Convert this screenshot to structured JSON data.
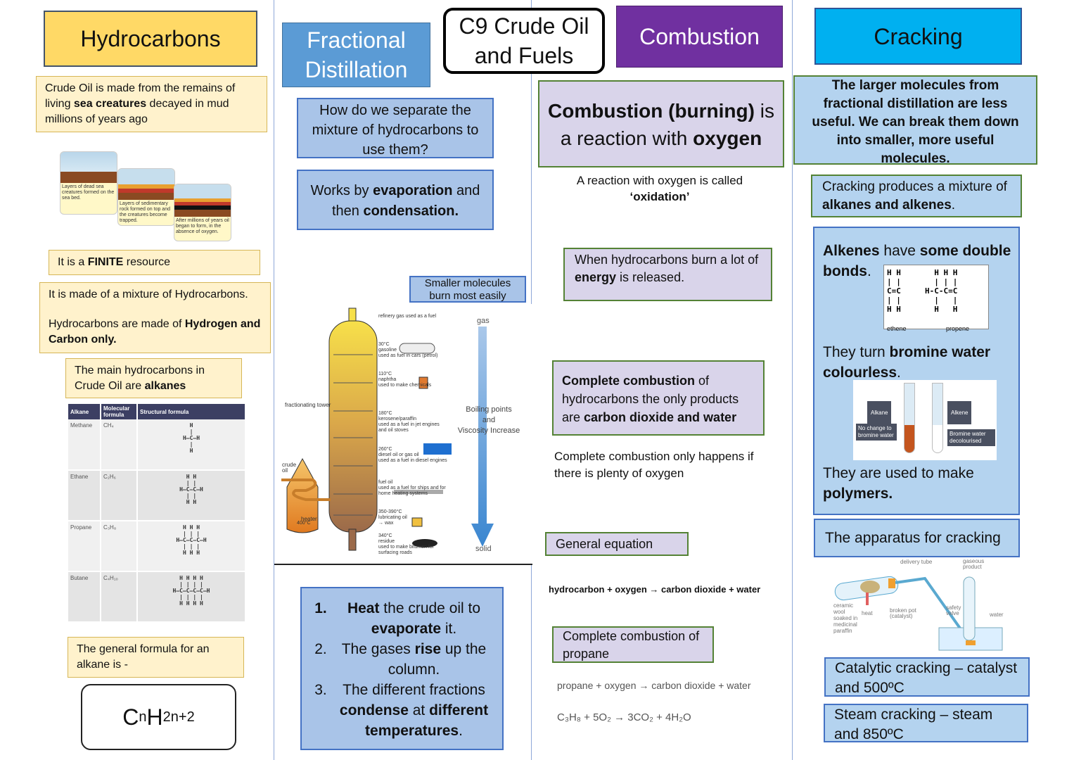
{
  "center_title": "C9 Crude Oil and Fuels",
  "hydrocarbons": {
    "title": "Hydrocarbons",
    "crude": [
      "Crude Oil is made from the remains of living ",
      "sea creatures",
      " decayed in mud millions of years ago"
    ],
    "stages": [
      "Layers of dead sea creatures formed on the sea bed.",
      "Layers of sedimentary rock formed on top and the creatures become trapped.",
      "After millions of years oil began to form, in the absence of oxygen."
    ],
    "finite": [
      "It is a ",
      "FINITE",
      " resource"
    ],
    "mixture": [
      "It is made of a mixture of Hydrocarbons.",
      "Hydrocarbons are made of ",
      "Hydrogen and Carbon only."
    ],
    "main": [
      "The main hydrocarbons in Crude Oil are ",
      "alkanes"
    ],
    "table": {
      "headers": [
        "Alkane",
        "Molecular formula",
        "Structural formula"
      ],
      "rows": [
        {
          "name": "Methane",
          "formula": "CH₄",
          "structure": "  H  \n  |  \nH—C—H\n  |  \n  H  "
        },
        {
          "name": "Ethane",
          "formula": "C₂H₆",
          "structure": "  H H  \n  | |  \nH—C—C—H\n  | |  \n  H H  "
        },
        {
          "name": "Propane",
          "formula": "C₃H₈",
          "structure": "  H H H  \n  | | |  \nH—C—C—C—H\n  | | |  \n  H H H  "
        },
        {
          "name": "Butane",
          "formula": "C₄H₁₀",
          "structure": "  H H H H  \n  | | | |  \nH—C—C—C—C—H\n  | | | |  \n  H H H H  "
        }
      ]
    },
    "general": "The general formula for an alkane is -",
    "formula": {
      "c": "C",
      "n": "n",
      "h": "H",
      "sub": "2n+2"
    }
  },
  "distillation": {
    "title": "Fractional Distillation",
    "question": "How do we separate the mixture of hydrocarbons to use them?",
    "works": [
      "Works by ",
      "evaporation",
      " and then ",
      "condensation."
    ],
    "smaller": "Smaller molecules burn most easily",
    "diagram": {
      "tower_label": "fractionating tower",
      "crude_label": "crude oil",
      "heater_label": "heater",
      "heater_temp": "400°C",
      "gas": "gas",
      "solid": "solid",
      "trend": [
        "Boiling points",
        "and",
        "Viscosity Increase"
      ],
      "fractions": [
        {
          "temp": "",
          "name": "refinery gas used as a fuel",
          "use": ""
        },
        {
          "temp": "30°C",
          "name": "gasoline",
          "use": "used as fuel in cars (petrol)"
        },
        {
          "temp": "110°C",
          "name": "naphtha",
          "use": "used to make chemicals"
        },
        {
          "temp": "180°C",
          "name": "kerosene/paraffin",
          "use": "used as a fuel in jet engines and oil stoves"
        },
        {
          "temp": "260°C",
          "name": "diesel oil or gas oil",
          "use": "used as a fuel in diesel engines"
        },
        {
          "temp": "",
          "name": "fuel oil",
          "use": "used as a fuel for ships and for home heating systems"
        },
        {
          "temp": "350-390°C",
          "name": "lubricating oil",
          "use": "→ wax"
        },
        {
          "temp": "340°C",
          "name": "residue",
          "use": "used to make bitumen for surfacing roads"
        }
      ]
    },
    "steps": [
      {
        "n": "1.",
        "parts": [
          "Heat",
          " the crude oil to ",
          "evaporate",
          " it."
        ]
      },
      {
        "n": "2.",
        "parts": [
          "",
          "The gases ",
          "rise",
          " up the column."
        ]
      },
      {
        "n": "3.",
        "parts": [
          "",
          "The different fractions ",
          "condense",
          " at ",
          "different temperatures",
          "."
        ]
      }
    ]
  },
  "combustion": {
    "title": "Combustion",
    "def": [
      "Combustion (burning)",
      " is a reaction with ",
      "oxygen"
    ],
    "oxidation": [
      "A reaction with oxygen is called",
      "‘oxidation’"
    ],
    "energy": [
      "When hydrocarbons burn a lot of ",
      "energy",
      " is released."
    ],
    "complete": [
      "Complete combustion",
      " of hydrocarbons the only products are ",
      "carbon dioxide and water"
    ],
    "plenty": "Complete combustion only happens if there is plenty of oxygen",
    "general_label": "General equation",
    "general_eq": "hydrocarbon + oxygen → carbon dioxide + water",
    "propane_label": "Complete combustion of propane",
    "propane_word": "propane + oxygen → carbon dioxide + water",
    "propane_symbol": "C₃H₈ + 5O₂ → 3CO₂ + 4H₂O"
  },
  "cracking": {
    "title": "Cracking",
    "intro": "The larger molecules from fractional distillation are less useful.  We can break them down into smaller, more useful molecules.",
    "produces": [
      "Cracking produces a mixture of ",
      "alkanes and alkenes",
      "."
    ],
    "alkenes": [
      "Alkenes",
      " have ",
      "some double bonds",
      "."
    ],
    "ethene": "H H\n| |\nC=C\n| |\nH H",
    "ethene_label": "ethene",
    "propene": "  H H H\n  | | |\nH-C-C=C\n  |   |\n  H   H",
    "propene_label": "propene",
    "bromine": [
      "They turn ",
      "bromine water colourless",
      "."
    ],
    "bromine_img": {
      "alkane": "Alkane",
      "alkene": "Alkene",
      "no_change": "No change to bromine water",
      "decolourised": "Bromine water decolourised"
    },
    "polymers": [
      "They are used to make ",
      "polymers."
    ],
    "apparatus": "The apparatus for cracking",
    "app_labels": {
      "delivery": "delivery tube",
      "gaseous": "gaseous product",
      "wool": "ceramic wool soaked in medicinal paraffin",
      "heat": "heat",
      "pot": "broken pot (catalyst)",
      "valve": "safety valve",
      "water": "water"
    },
    "catalytic": "Catalytic cracking – catalyst and 500ºC",
    "steam": "Steam cracking – steam and 850ºC"
  },
  "colors": {
    "yellow": "#ffd966",
    "blue": "#5b9bd5",
    "purple": "#7030a0",
    "cyan": "#00b0f0"
  }
}
